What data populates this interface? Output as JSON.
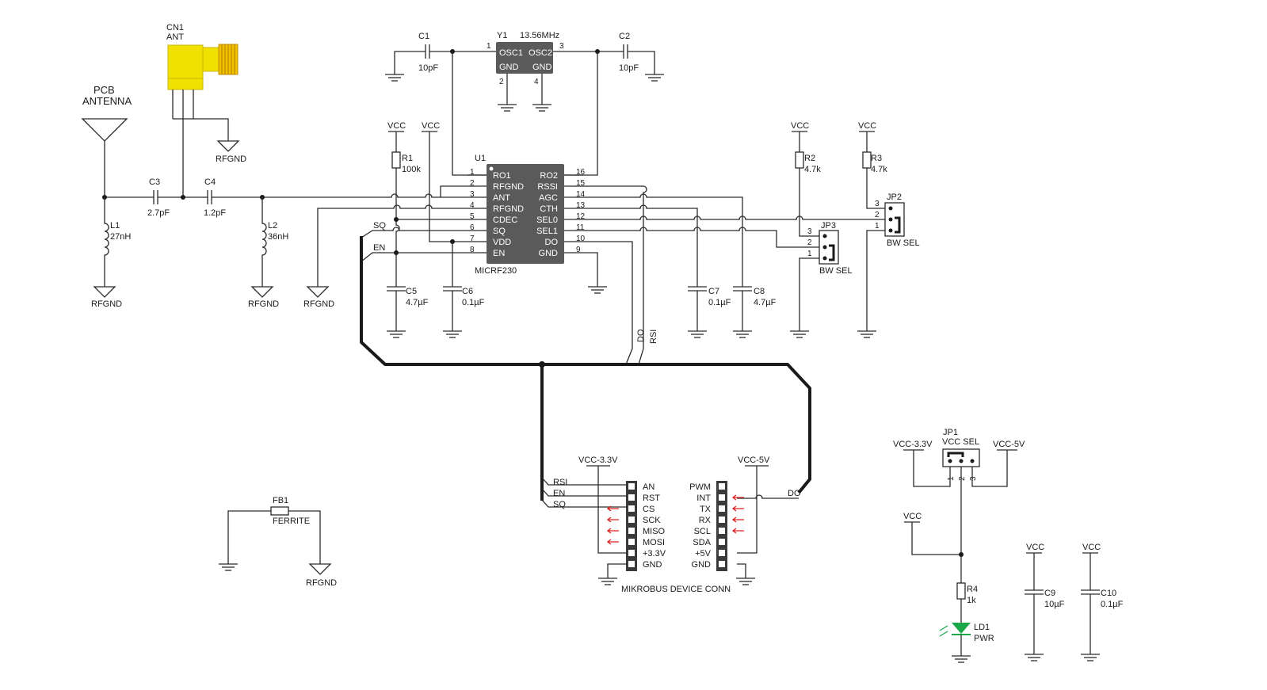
{
  "antenna": {
    "cn1_ref": "CN1",
    "cn1_val": "ANT",
    "pcb_line1": "PCB",
    "pcb_line2": "ANTENNA",
    "rfgnd": "RFGND"
  },
  "passives": {
    "c1": "C1",
    "c1v": "10pF",
    "c2": "C2",
    "c2v": "10pF",
    "c3": "C3",
    "c3v": "2.7pF",
    "c4": "C4",
    "c4v": "1.2pF",
    "l1": "L1",
    "l1v": "27nH",
    "l2": "L2",
    "l2v": "36nH",
    "r1": "R1",
    "r1v": "100k",
    "r2": "R2",
    "r2v": "4.7k",
    "r3": "R3",
    "r3v": "4.7k",
    "c5": "C5",
    "c5v": "4.7µF",
    "c6": "C6",
    "c6v": "0.1µF",
    "c7": "C7",
    "c7v": "0.1µF",
    "c8": "C8",
    "c8v": "4.7µF",
    "c9": "C9",
    "c9v": "10µF",
    "c10": "C10",
    "c10v": "0.1µF",
    "r4": "R4",
    "r4v": "1k",
    "fb1": "FB1",
    "fb1v": "FERRITE"
  },
  "crystal": {
    "ref": "Y1",
    "freq": "13.56MHz",
    "osc1": "OSC1",
    "osc2": "OSC2",
    "gnd": "GND",
    "p1": "1",
    "p2": "2",
    "p3": "3",
    "p4": "4"
  },
  "u1": {
    "ref": "U1",
    "part": "MICRF230",
    "left_pins": [
      {
        "num": "1",
        "name": "RO1"
      },
      {
        "num": "2",
        "name": "RFGND"
      },
      {
        "num": "3",
        "name": "ANT"
      },
      {
        "num": "4",
        "name": "RFGND"
      },
      {
        "num": "5",
        "name": "CDEC"
      },
      {
        "num": "6",
        "name": "SQ"
      },
      {
        "num": "7",
        "name": "VDD"
      },
      {
        "num": "8",
        "name": "EN"
      }
    ],
    "right_pins": [
      {
        "num": "16",
        "name": "RO2"
      },
      {
        "num": "15",
        "name": "RSSI"
      },
      {
        "num": "14",
        "name": "AGC"
      },
      {
        "num": "13",
        "name": "CTH"
      },
      {
        "num": "12",
        "name": "SEL0"
      },
      {
        "num": "11",
        "name": "SEL1"
      },
      {
        "num": "10",
        "name": "DO"
      },
      {
        "num": "9",
        "name": "GND"
      }
    ]
  },
  "nets": {
    "vcc": "VCC",
    "sq": "SQ",
    "en": "EN",
    "do": "DO",
    "rsi": "RSI",
    "vcc33": "VCC-3.3V",
    "vcc5": "VCC-5V"
  },
  "jumpers": {
    "jp2": "JP2",
    "jp3": "JP3",
    "bwsel": "BW SEL",
    "jp1": "JP1",
    "vccsel": "VCC SEL",
    "n1": "1",
    "n2": "2",
    "n3": "3"
  },
  "mikrobus": {
    "title": "MIKROBUS DEVICE CONN",
    "left": [
      "AN",
      "RST",
      "CS",
      "SCK",
      "MISO",
      "MOSI",
      "+3.3V",
      "GND"
    ],
    "right": [
      "PWM",
      "INT",
      "TX",
      "RX",
      "SCL",
      "SDA",
      "+5V",
      "GND"
    ],
    "left_nets": [
      "RSI",
      "EN",
      "SQ"
    ],
    "right_net": "DO"
  },
  "led": {
    "ref": "LD1",
    "val": "PWR",
    "color": "#1aa84a"
  },
  "colors": {
    "connector": "#f2e100",
    "arrow": "#e02020",
    "ic": "#5a5a5a"
  }
}
